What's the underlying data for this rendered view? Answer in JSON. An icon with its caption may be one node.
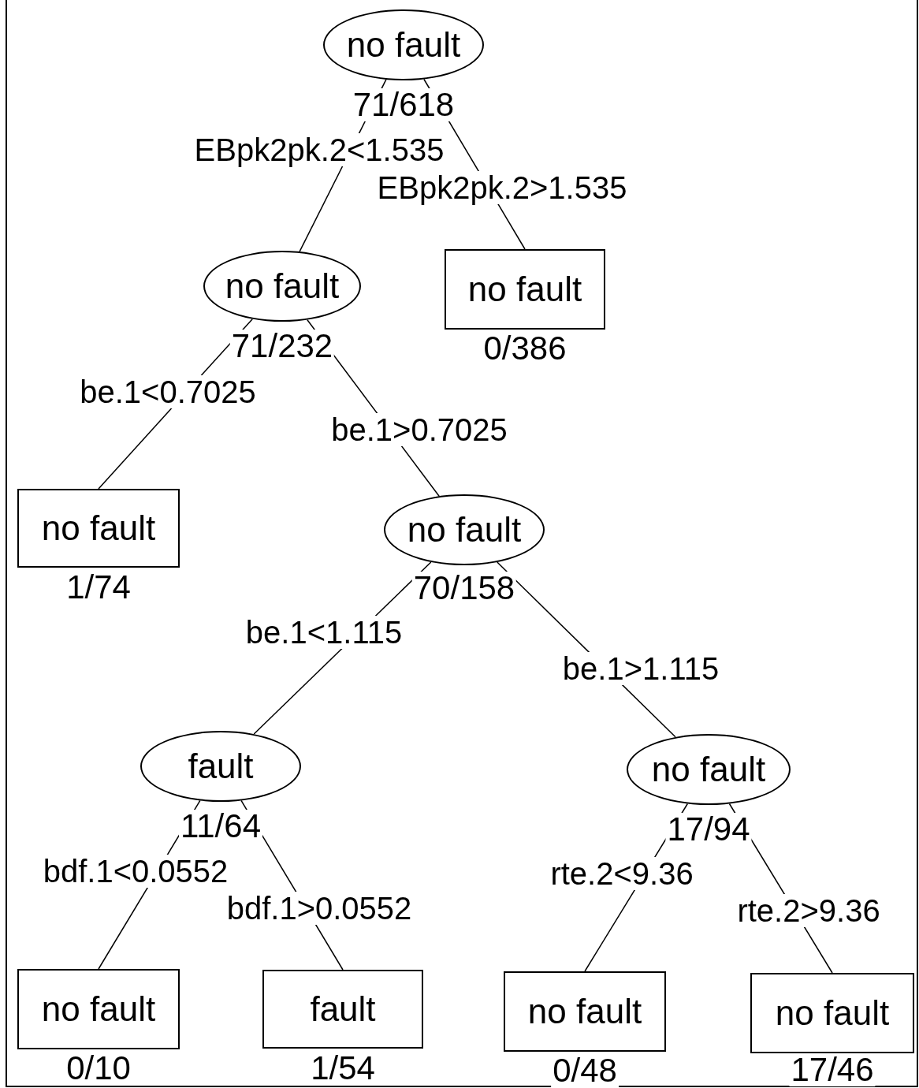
{
  "diagram": {
    "nodes": [
      {
        "text": [
          "no fault"
        ],
        "beside": [
          "71/618"
        ]
      },
      {
        "text": [
          "no fault"
        ],
        "beside": [
          "71/232"
        ]
      },
      {
        "text": [
          "no fault"
        ],
        "beside": [
          "0/386"
        ]
      },
      {
        "text": [
          "no fault"
        ],
        "beside": [
          "1/74"
        ]
      },
      {
        "text": [
          "no fault"
        ],
        "beside": [
          "70/158"
        ]
      },
      {
        "text": [
          "fault"
        ],
        "beside": [
          "11/64"
        ]
      },
      {
        "text": [
          "no fault"
        ],
        "beside": [
          "17/94"
        ]
      },
      {
        "text": [
          "no fault"
        ],
        "beside": [
          "0/10"
        ]
      },
      {
        "text": [
          "fault"
        ],
        "beside": [
          "1/54"
        ]
      },
      {
        "text": [
          "no fault"
        ],
        "beside": [
          "0/48"
        ]
      },
      {
        "text": [
          "no fault"
        ],
        "beside": [
          "17/46"
        ]
      }
    ],
    "edges": [
      {
        "from": 0,
        "to": 1,
        "arrow": "none",
        "label": "EBpk2pk.2<1.535"
      },
      {
        "from": 0,
        "to": 2,
        "arrow": "none",
        "label": "EBpk2pk.2>1.535"
      },
      {
        "from": 1,
        "to": 3,
        "arrow": "none",
        "label": "be.1<0.7025"
      },
      {
        "from": 1,
        "to": 4,
        "arrow": "none",
        "label": "be.1>0.7025"
      },
      {
        "from": 4,
        "to": 5,
        "arrow": "none",
        "label": "be.1<1.115"
      },
      {
        "from": 4,
        "to": 6,
        "arrow": "none",
        "label": "be.1>1.115"
      },
      {
        "from": 5,
        "to": 7,
        "arrow": "none",
        "label": "bdf.1<0.0552"
      },
      {
        "from": 5,
        "to": 8,
        "arrow": "none",
        "label": "bdf.1>0.0552"
      },
      {
        "from": 6,
        "to": 9,
        "arrow": "none",
        "label": "rte.2<9.36"
      },
      {
        "from": 6,
        "to": 10,
        "arrow": "none",
        "label": "rte.2>9.36"
      }
    ]
  }
}
